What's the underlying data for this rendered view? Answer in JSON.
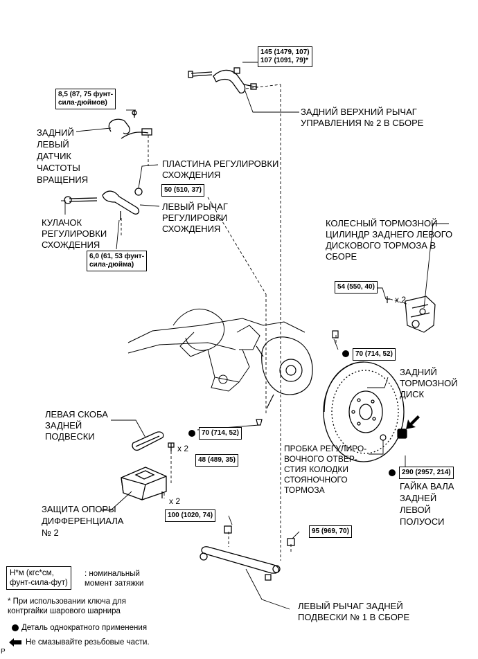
{
  "torques": {
    "upper_arm": [
      "145 (1479, 107)",
      "107 (1091, 79)*"
    ],
    "speed_sensor": [
      "8,5 (87, 75 фунт-",
      "сила-дюймов)"
    ],
    "toe_plate": "50 (510, 37)",
    "toe_cam": [
      "6,0 (61, 53 фунт-",
      "сила-дюйма)"
    ],
    "wheel_cyl": "54 (550, 40)",
    "hub_upper": "70 (714, 52)",
    "hub_lower": "70 (714, 52)",
    "bracket": "48 (489, 35)",
    "axle_nut": "290 (2957, 214)",
    "arm1_left": "100 (1020, 74)",
    "arm1_right": "95 (969, 70)"
  },
  "multipliers": {
    "wheel_cyl": "x 2",
    "bracket": "x 2",
    "diff_support": "x 2"
  },
  "labels": {
    "upper_arm": [
      "ЗАДНИЙ ВЕРХНИЙ РЫЧАГ",
      "УПРАВЛЕНИЯ № 2 В СБОРЕ"
    ],
    "speed_sensor": [
      "ЗАДНИЙ",
      "ЛЕВЫЙ",
      "ДАТЧИК",
      "ЧАСТОТЫ",
      "ВРАЩЕНИЯ"
    ],
    "toe_plate": [
      "ПЛАСТИНА РЕГУЛИРОВКИ",
      "СХОЖДЕНИЯ"
    ],
    "toe_arm": [
      "ЛЕВЫЙ РЫЧАГ",
      "РЕГУЛИРОВКИ",
      "СХОЖДЕНИЯ"
    ],
    "toe_cam": [
      "КУЛАЧОК",
      "РЕГУЛИРОВКИ",
      "СХОЖДЕНИЯ"
    ],
    "wheel_cyl": [
      "КОЛЕСНЫЙ ТОРМОЗНОЙ",
      "ЦИЛИНДР ЗАДНЕГО ЛЕВОГО",
      "ДИСКОВОГО ТОРМОЗА В",
      "СБОРЕ"
    ],
    "disc": [
      "ЗАДНИЙ",
      "ТОРМОЗНОЙ",
      "ДИСК"
    ],
    "bracket": [
      "ЛЕВАЯ СКОБА",
      "ЗАДНЕЙ",
      "ПОДВЕСКИ"
    ],
    "plug": [
      "ПРОБКА РЕГУЛИРО-",
      "ВОЧНОГО ОТВЕР-",
      "СТИЯ КОЛОДКИ",
      "СТОЯНОЧНОГО",
      "ТОРМОЗА"
    ],
    "axle_nut": [
      "ГАЙКА ВАЛА",
      "ЗАДНЕЙ",
      "ЛЕВОЙ",
      "ПОЛУОСИ"
    ],
    "diff_support": [
      "ЗАЩИТА ОПОРЫ",
      "ДИФФЕРЕНЦИАЛА",
      "№ 2"
    ],
    "arm1": [
      "ЛЕВЫЙ РЫЧАГ ЗАДНЕЙ",
      "ПОДВЕСКИ № 1 В СБОРЕ"
    ]
  },
  "legend": {
    "unit_box": [
      "Н*м (кгс*см,",
      "фунт-сила-фут)"
    ],
    "unit_desc": [
      ": номинальный",
      "момент затяжки"
    ],
    "note": [
      "* При использовании ключа для",
      "контргайки шарового шарнира"
    ],
    "one_time": "Деталь однократного применения",
    "no_grease": "Не смазывайте резьбовые части."
  },
  "corner_mark": "P"
}
